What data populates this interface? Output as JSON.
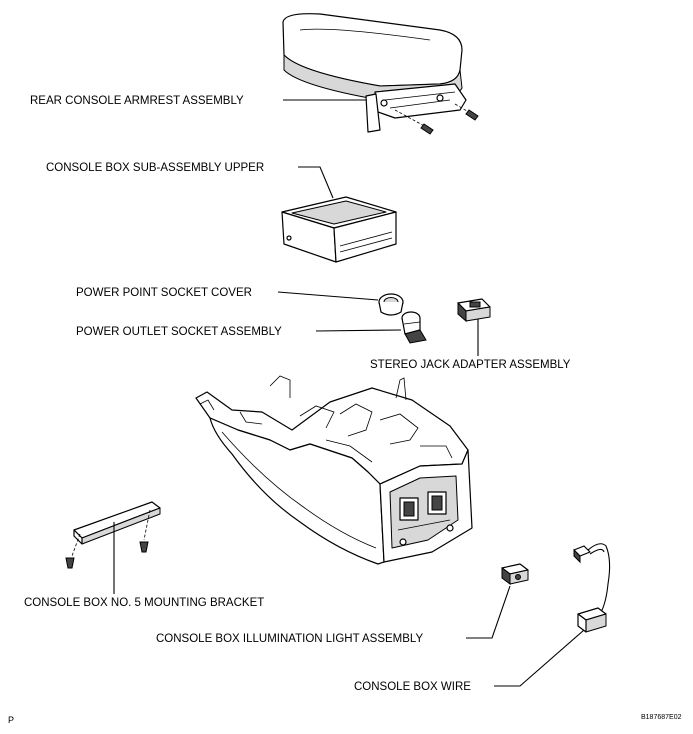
{
  "labels": {
    "armrest": "REAR CONSOLE ARMREST ASSEMBLY",
    "box_upper": "CONSOLE BOX SUB-ASSEMBLY UPPER",
    "socket_cover": "POWER POINT SOCKET COVER",
    "outlet_socket": "POWER OUTLET SOCKET ASSEMBLY",
    "stereo_jack": "STEREO JACK ADAPTER ASSEMBLY",
    "bracket": "CONSOLE BOX NO. 5 MOUNTING BRACKET",
    "illumination": "CONSOLE BOX ILLUMINATION LIGHT ASSEMBLY",
    "wire": "CONSOLE BOX WIRE"
  },
  "footer": {
    "page_marker": "P",
    "figure_code": "B187687E02"
  }
}
